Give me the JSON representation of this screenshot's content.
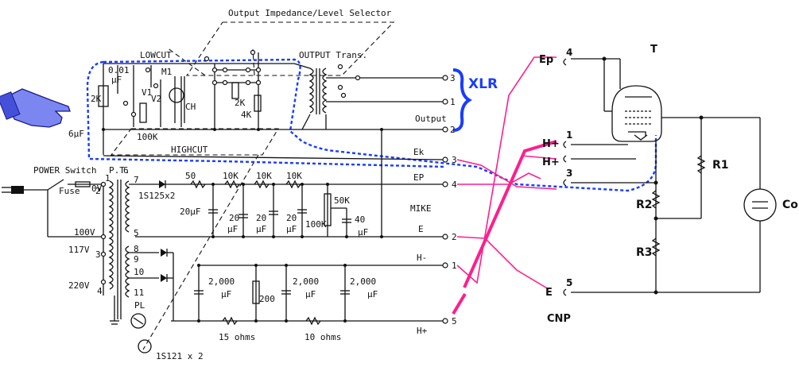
{
  "title": "Output Impedance/Level Selector",
  "labels": {
    "lowcut": "LOWCUT",
    "highcut": "HIGHCUT",
    "output_trans": "OUTPUT Trans.",
    "output": "Output",
    "xlr": "XLR",
    "power_switch": "POWER Switch",
    "fuse": "Fuse",
    "pt": "P.T.",
    "mike": "MIKE",
    "cnp": "CNP",
    "diode1": "1S125x2",
    "diode2": "1S121 x 2",
    "pl": "PL",
    "ch": "CH",
    "m1": "M1",
    "v1": "V1",
    "v2": "V2",
    "r2k_a": "2K",
    "r2k_b": "2K",
    "r4k": "4K",
    "r100k_a": "100K",
    "r100k_b": "100K",
    "c001": "0.01",
    "uF_c001": "μF",
    "c6uf": "6μF",
    "r50": "50",
    "r10k_1": "10K",
    "r10k_2": "10K",
    "r10k_3": "10K",
    "r50k": "50K",
    "c20uf_1": "20μF",
    "c20_2": "20",
    "c20_3": "20",
    "c20_4": "20",
    "uF_2": "μF",
    "uF_3": "μF",
    "uF_4": "μF",
    "c40": "40",
    "uF_40": "μF",
    "c2000_1": "2,000",
    "c2000_2": "2,000",
    "c2000_3": "2,000",
    "uF_2000_1": "μF",
    "uF_2000_2": "μF",
    "uF_2000_3": "μF",
    "r200": "200",
    "r15": "15 ohms",
    "r10": "10 ohms",
    "v100": "100V",
    "v117": "117V",
    "v220": "220V",
    "v0": "0V",
    "tube": "T",
    "r1": "R1",
    "r2": "R2",
    "r3": "R3",
    "co": "Co"
  },
  "pins": {
    "p1": "1",
    "p2": "2",
    "p3": "3",
    "p4": "4",
    "p5": "5",
    "p6": "6",
    "p7": "7",
    "p8": "8",
    "p9": "9",
    "p10": "10",
    "p11": "11",
    "xlr3": "3",
    "xlr1": "1",
    "xlr2": "2"
  },
  "outputs": {
    "ek": "Ek",
    "ep": "EP",
    "e": "E",
    "hm": "H-",
    "hp": "H+",
    "n3": "3",
    "n4": "4",
    "n2": "2",
    "n1": "1",
    "n5": "5"
  },
  "right_pins": {
    "ep": "Ep",
    "hp1": "H+",
    "hp2": "H+",
    "e": "E",
    "n4": "4",
    "n1": "1",
    "n3": "3",
    "n5": "5"
  },
  "colors": {
    "wire": "#111111",
    "blue_outline": "#1a3cff",
    "pink_crossover": "#ff1e8c",
    "hand": "#7b86f0"
  },
  "icons": {
    "hand": "pointing-hand-icon"
  }
}
